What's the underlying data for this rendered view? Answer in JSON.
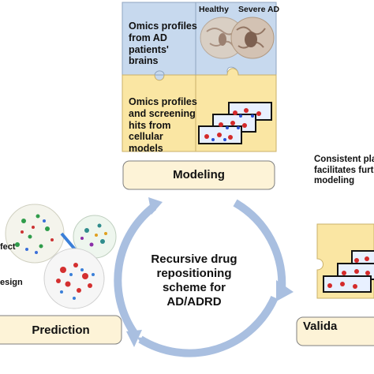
{
  "colors": {
    "blue_panel": "#c7d9ee",
    "yellow_panel": "#fae6a3",
    "cycle_arrow": "#a9bfe0",
    "label_box_fill": "#fdf3d7",
    "label_box_stroke": "#7f7f7f"
  },
  "modeling": {
    "panel_omics_brain": "Omics profiles from AD patients' brains",
    "panel_omics_cells": "Omics profiles and screening hits from cellular models",
    "brain_label_healthy": "Healthy",
    "brain_label_severe": "Severe AD",
    "label": "Modeling"
  },
  "center": {
    "title": "Recursive drug repositioning scheme for AD/ADRD"
  },
  "validation": {
    "caption": "Consistent pla\nfacilitates furth\nmodeling",
    "label": "Valida"
  },
  "prediction": {
    "label": "Prediction",
    "fragment_effect": "fect",
    "fragment_design": "esign"
  },
  "icons": [
    "brain-slice-image",
    "cell-plate-icon",
    "network-cluster-image",
    "cycle-arrow"
  ]
}
